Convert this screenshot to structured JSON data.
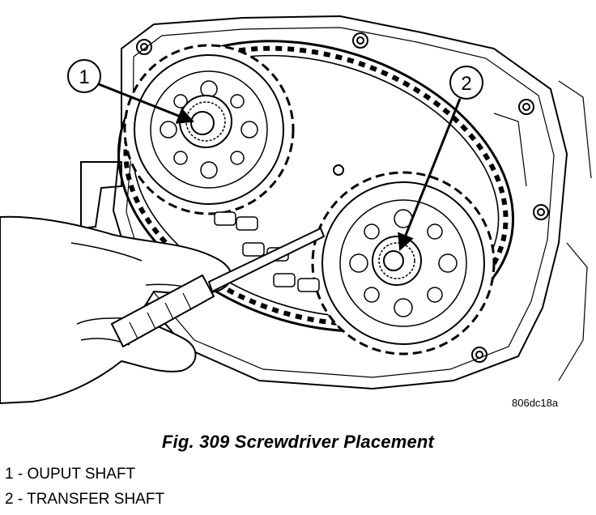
{
  "figure": {
    "image_code": "806dc18a",
    "callouts": [
      {
        "number": "1",
        "target": "OUPUT SHAFT"
      },
      {
        "number": "2",
        "target": "TRANSFER SHAFT"
      }
    ]
  },
  "caption": "Fig. 309 Screwdriver Placement",
  "legend": [
    {
      "text": "1 - OUPUT SHAFT"
    },
    {
      "text": "2 - TRANSFER SHAFT"
    }
  ]
}
